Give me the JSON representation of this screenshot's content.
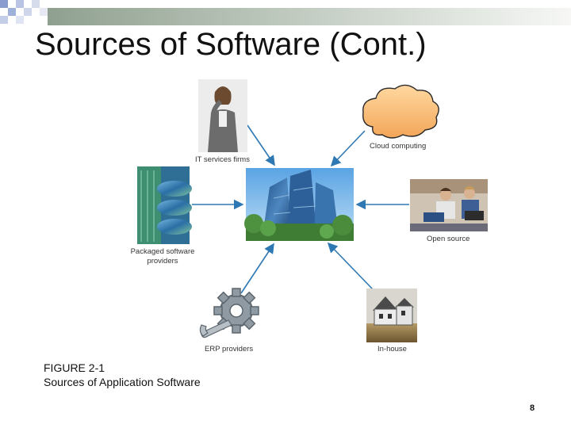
{
  "slide": {
    "title": "Sources of Software (Cont.)",
    "page_number": "8"
  },
  "figure": {
    "number": "FIGURE 2-1",
    "caption": "Sources of Application Software"
  },
  "diagram": {
    "center": "office-building-photo",
    "sources": [
      {
        "label": "IT services firms",
        "image": "businesswoman-photo"
      },
      {
        "label": "Cloud computing",
        "image": "cloud-shape"
      },
      {
        "label": "Packaged software providers",
        "line1": "Packaged software",
        "line2": "providers",
        "image": "software-discs-photo"
      },
      {
        "label": "Open source",
        "image": "students-laptops-photo"
      },
      {
        "label": "ERP providers",
        "image": "gear-wrench-icon"
      },
      {
        "label": "In-house",
        "image": "house-photo"
      }
    ],
    "arrow_color": "#2e78b3"
  }
}
